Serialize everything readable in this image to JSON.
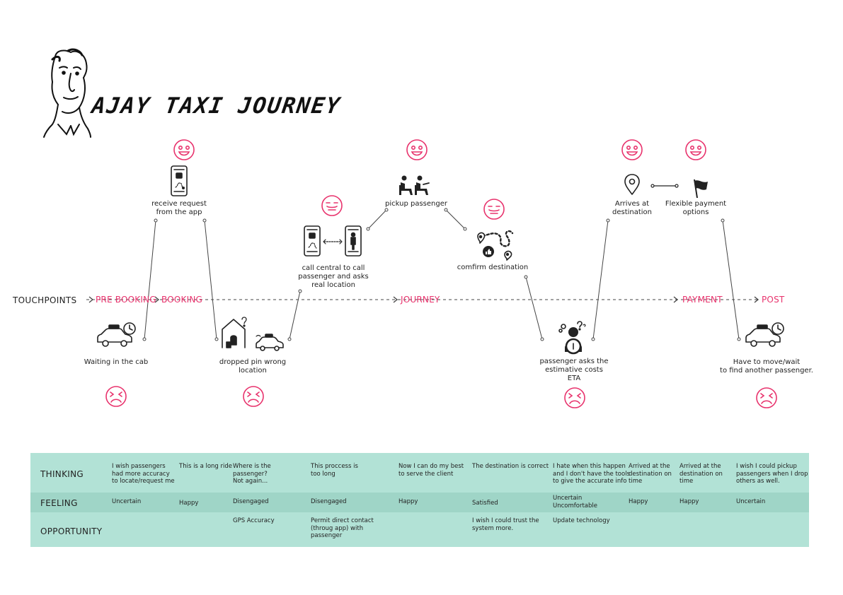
{
  "title": "AJAY TAXI JOURNEY",
  "touchpoints_label": "TOUCHPOINTS",
  "stages": [
    "PRE BOOKING",
    "BOOKING",
    "JOURNEY",
    "PAYMENT",
    "POST"
  ],
  "colors": {
    "accent": "#e8336d",
    "table": "#b2e2d6",
    "table_dark": "#9fd5c7",
    "line": "#444444"
  },
  "steps": [
    {
      "label": "Waiting in the cab",
      "icon": "taxi-clock-icon",
      "mood": "sad"
    },
    {
      "label": "receive request\nfrom the app",
      "icon": "phone-taxi-icon",
      "mood": "happy"
    },
    {
      "label": "dropped pin wrong\nlocation",
      "icon": "house-traveler-taxi-icon",
      "mood": "sad"
    },
    {
      "label": "call central to call\npassenger and asks\nreal location",
      "icon": "two-phones-icon",
      "mood": "neutral"
    },
    {
      "label": "pickup passenger",
      "icon": "passengers-seated-icon",
      "mood": "happy"
    },
    {
      "label": "comfirm destination",
      "icon": "route-pins-icon",
      "mood": "neutral"
    },
    {
      "label": "passenger asks the\nestimative costs\nETA",
      "icon": "driver-thinking-icon",
      "mood": "sad"
    },
    {
      "label": "Arrives at\ndestination",
      "icon": "location-pin-icon",
      "mood": "happy"
    },
    {
      "label": "Flexible payment\noptions",
      "icon": "flag-icon",
      "mood": "happy"
    },
    {
      "label": "Have to move/wait\nto find another passenger.",
      "icon": "taxi-clock-icon",
      "mood": "sad"
    }
  ],
  "table": {
    "rows": [
      "THINKING",
      "FEELING",
      "OPPORTUNITY"
    ],
    "thinking": [
      "I wish passengers\nhad more accuracy\nto locate/request me",
      "This is a long ride",
      "Where is the\npassenger?\nNot again...",
      "This proccess is\ntoo long",
      "Now I can do my best\nto serve the client",
      "The destination is correct",
      "I hate when this happen\nand I don't have the tools\nto give the accurate info",
      "Arrived at the\ndestination on\ntime",
      "Arrived at the\ndestination on\ntime",
      "I wish I could pickup\npassengers when I drop\nothers as well."
    ],
    "feeling": [
      "Uncertain",
      "Happy",
      "Disengaged",
      "Disengaged",
      "Happy",
      "Satisfied",
      "Uncertain\nUncomfortable",
      "Happy",
      "Happy",
      "Uncertain"
    ],
    "opportunity": [
      "",
      "",
      "GPS Accuracy",
      "Permit direct contact\n(throug app) with\npassenger",
      "",
      "I wish I could trust the\nsystem more.",
      "Update technology",
      "",
      "",
      ""
    ]
  }
}
